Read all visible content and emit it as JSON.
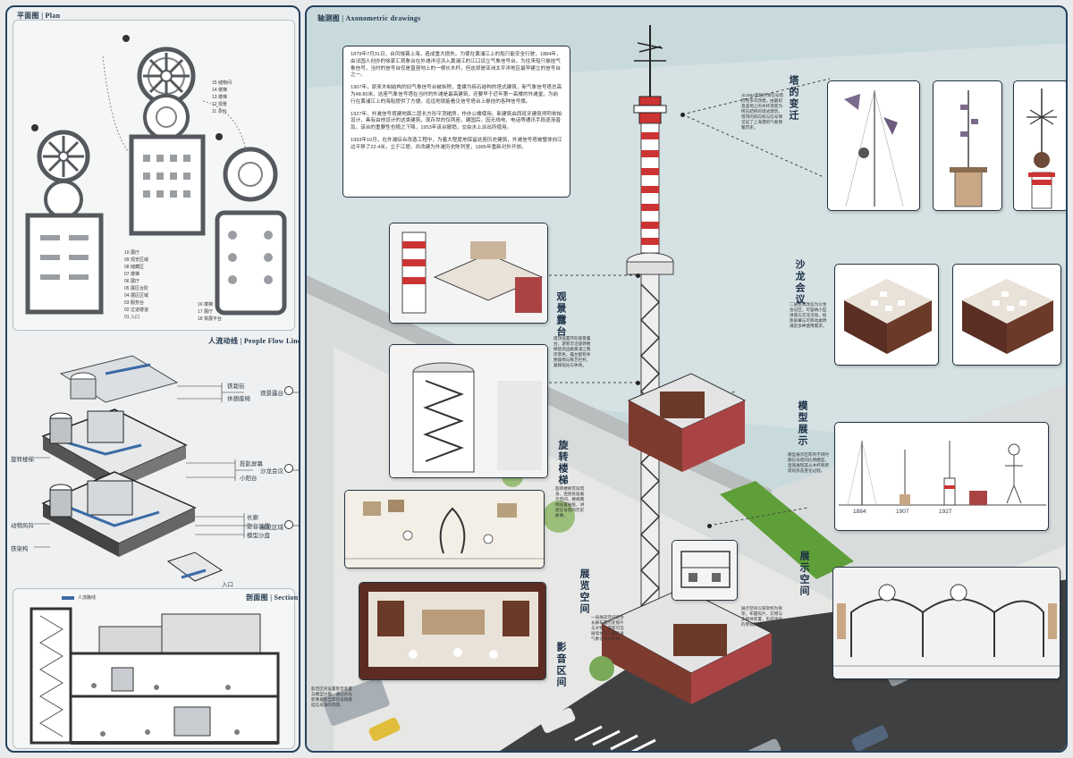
{
  "titles": {
    "plan": "平面图 | Plan",
    "people_flow": "人流动线 | People Flow Line",
    "section": "剖面图 | Section",
    "axonometric": "轴测图 | Axonometric drawings"
  },
  "left_labels": {
    "flow_top_group": [
      "铁栽街",
      "休憩座椅"
    ],
    "flow_top_tag": "观景露台",
    "flow_mid_group": [
      "投影屏幕",
      "小阳台"
    ],
    "flow_mid_tag": "沙龙会议",
    "flow_bottom_group": [
      "长廊",
      "影音装置",
      "模型沙盘"
    ],
    "flow_bottom_tag": "展览区域",
    "flow_left": [
      "旋转楼梯",
      "动物风铃",
      "铁架构"
    ],
    "entrance": "入口",
    "section_legend": "人流路线"
  },
  "plan_legends": {
    "upper": [
      "15 储物间",
      "14 楼梯",
      "13 楼梯",
      "12 观景",
      "11 凉台"
    ],
    "middle": [
      "10 展厅",
      "09 观览区域",
      "08 储藏区",
      "07 楼梯",
      "06 展厅",
      "05 展区台阶",
      "04 展区区域",
      "03 服务台",
      "02 过道楼道",
      "01 入口"
    ],
    "lower": [
      "16 楼梯",
      "17 展厅",
      "18 铁展平台"
    ]
  },
  "history_text": [
    "1879年7月31日，台风侵袭上海，造成重大损失。为使在黄浦江上的船只能安全行驶，1884年，由法国人创办的徐家汇观象台在外滩洋泾浜入黄浦江的江口设立气象信号台。为往来船只悬挂气象信号，当时的信号台仅是直竖地上的一根长木杆。但这却是亚洲太平洋地区最早建立的信号台之一。",
    "1907年，原来木制结构的旧气象信号台被拆除，重建为砖石结构的塔式建筑，新气象信号塔总高为48.80米，这座气象信号塔在当时的外滩是最高建筑，还要早于近年第一高楼的外滩堂。为前行在黄浦江上的海船提供了方便。远远地就能看见信号塔台上悬挂的各种信号旗。",
    "1927年，外滩信号塔建地面二层长方形平顶裙房，作办公楼使用。新建筑由西班牙建筑师阿依柏设计，具有由他设计的这类建筑，现存世的仅两座，建国后，因无线电、电话等通讯手段逐渐普及，该台的重要性也随之下降，1953年该台撤销，交由水上派出所使用。",
    "1993年10月，在外滩综合改造工程中，为着大程度地保留这座历史建筑，外滩信号塔被整体向江边平移了22.4米，立于江堤。并改建为外滩历史陈列室，1995年重新对外开放。"
  ],
  "section_heads": {
    "evolution": "塔的变迁",
    "observation": "观景露台",
    "salon": "沙龙会议",
    "spiral": "旋转楼梯",
    "model": "模型展示",
    "display": "展示空间",
    "exhibition": "展览空间",
    "audio": "影音区间"
  },
  "tower_years": [
    "1884",
    "1907",
    "1927"
  ],
  "notes": {
    "evolution": "从1884年起外滩信号塔历经多次改建，由最初直竖地上的木杆演变为砖石结构的塔式建筑，塔顶的风向标与信号球见证了上海港的气象预警历史。",
    "observation": "塔顶设置环形观景露台，游客可沿旋转楼梯登高远眺黄浦江两岸景色，露台配有休憩座椅与铁艺栏杆，兼顾观光与休闲。",
    "salon": "二层空间改造为沙龙会议区，可容纳小型讲座与交流活动，投影屏幕与可移动桌椅满足多种使用需求。",
    "spiral": "旋转楼梯贯穿塔身，连接各层展示空间，楼梯两侧设置展板，讲述信号塔的历史故事。",
    "model": "模型展示区陈列不同时期信号塔的比例模型，直观展现其从木杆到砖塔的形态变化过程。",
    "display": "展示空间以铁架构为骨架，布置照片、实物与多媒体装置，形成连续的参观流线。",
    "exhibition": "一层展览空间结合长廊布置历史照片与文物，游客可沿展墙依次了解外滩气象信号的发展。",
    "audio": "影音区间设置影音装置与模型沙盘，通过声光影像再现当年信号塔悬挂信号旗的场景。"
  }
}
